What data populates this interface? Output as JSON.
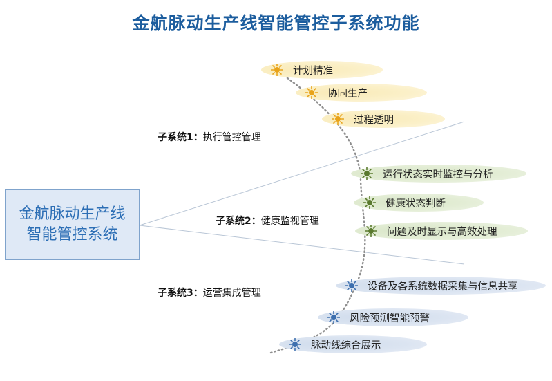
{
  "title": "金航脉动生产线智能管控子系统功能",
  "main_box": {
    "line1": "金航脉动生产线",
    "line2": "智能管控系统"
  },
  "subsystems": [
    {
      "prefix": "子系统1：",
      "name": "执行管控管理"
    },
    {
      "prefix": "子系统2：",
      "name": "健康监视管理"
    },
    {
      "prefix": "子系统3：",
      "name": "运营集成管理"
    }
  ],
  "items": [
    {
      "label": "计划精准",
      "group": "yellow",
      "icon": "sun-icon"
    },
    {
      "label": "协同生产",
      "group": "yellow",
      "icon": "sun-icon"
    },
    {
      "label": "过程透明",
      "group": "yellow",
      "icon": "sun-icon"
    },
    {
      "label": "运行状态实时监控与分析",
      "group": "green",
      "icon": "sun-icon"
    },
    {
      "label": "健康状态判断",
      "group": "green",
      "icon": "sun-icon"
    },
    {
      "label": "问题及时显示与高效处理",
      "group": "green",
      "icon": "sun-icon"
    },
    {
      "label": "设备及各系统数据采集与信息共享",
      "group": "blue",
      "icon": "sun-icon"
    },
    {
      "label": "风险预测智能预警",
      "group": "blue",
      "icon": "sun-icon"
    },
    {
      "label": "脉动线综合展示",
      "group": "blue",
      "icon": "sun-icon"
    }
  ],
  "colors": {
    "title": "#1c5d9e",
    "box_text": "#2c6eb5",
    "yellow": "#e8a31a",
    "green": "#5a7a2e",
    "blue": "#3d6fae"
  }
}
